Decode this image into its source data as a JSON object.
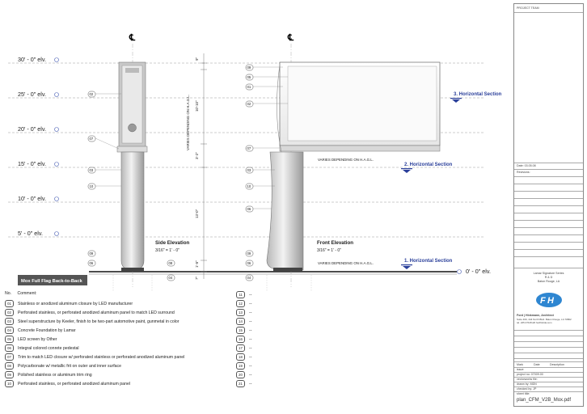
{
  "title_block": {
    "project_team": "PROJECT TEAM",
    "date": "Date: 03.05.08",
    "revisions": "Revisions:",
    "project_name": "Lamar Signature Series",
    "project_sub": "R & D",
    "project_location": "Baton Rouge, LA",
    "firm_name": "Ford | Hinkmann, Architect",
    "firm_address": "Suite 400, 444 North Blvd.  Baton Rouge, LA 70802",
    "firm_contact": "tel. 225.379.8120                        fordhinkla.com",
    "col_mark": "Mark",
    "col_date": "Date",
    "col_description": "Description",
    "issue": "issue:",
    "project_no": "project no: 07009.00",
    "vectorworks": "vectorworks file:",
    "drawn_by": "drawn by: MDN",
    "checked_by": "checked by: JP",
    "sheet_title": "sheet title:",
    "file_name": "plan_CFM_V2B_Mox.pdf"
  },
  "elevations": {
    "levels": [
      "30' - 0\" elv.",
      "25' - 0\" elv.",
      "20' - 0\" elv.",
      "15' - 0\" elv.",
      "10' - 0\" elv.",
      "5' - 0\" elv.",
      "0' - 0\" elv."
    ],
    "centerline": "℄",
    "side_title": "Side Elevation",
    "side_scale": "3/16\" = 1' - 0\"",
    "front_title": "Front Elevation",
    "front_scale": "3/16\" = 1' - 0\"",
    "section3": "3. Horizontal Section",
    "section2": "2. Horizontal Section",
    "section1": "1. Horizontal Section",
    "varies_vertical": "VARIES DEPENDING ON H.A.G.L.",
    "varies_mid": "VARIES DEPENDING ON H.A.G.L.",
    "varies_low": "VARIES DEPENDING ON H.A.G.L.",
    "dim_top": "9\"",
    "dim_10": "10'-10\"",
    "dim_3": "3'-2\"",
    "dim_13": "13'-0\"",
    "dim_1": "1'-5\"",
    "dim_7": "7\"",
    "banner": "Mox Full Flag Back-to-Back"
  },
  "callouts_side": [
    "02",
    "07",
    "03",
    "10",
    "09",
    "06",
    "04",
    "08"
  ],
  "callouts_front": [
    "09",
    "05",
    "01",
    "02",
    "07",
    "03",
    "10",
    "06",
    "09",
    "06",
    "04"
  ],
  "notes": {
    "header_no": "No.",
    "header_comment": "Comment:",
    "items": [
      {
        "no": "01",
        "text": "Stainless or anodized aluminum closure by LED manufacturer"
      },
      {
        "no": "02",
        "text": "Perforated stainless, or perforated anodized aluminum panel to match LED surround"
      },
      {
        "no": "03",
        "text": "Steel superstructure by Keeler, finish to be two-part automotive paint, gunmetal in color"
      },
      {
        "no": "04",
        "text": "Concrete Foundation by Lamar"
      },
      {
        "no": "05",
        "text": "LED screen by Other"
      },
      {
        "no": "06",
        "text": "Integral colored conrete pedestal"
      },
      {
        "no": "07",
        "text": "Trim to match LED closure w/ perforated stainless or perforated anodized aluminum panel"
      },
      {
        "no": "08",
        "text": "Polycarbonate w/ metallic frit on outer and inner surface"
      },
      {
        "no": "09",
        "text": "Polished stainless or aluminum trim ring"
      },
      {
        "no": "10",
        "text": "Perforated stainless, or perforated anodized aluminum panel"
      }
    ],
    "right_items": [
      {
        "no": "11",
        "text": "--"
      },
      {
        "no": "12",
        "text": "--"
      },
      {
        "no": "13",
        "text": "--"
      },
      {
        "no": "14",
        "text": "--"
      },
      {
        "no": "15",
        "text": "--"
      },
      {
        "no": "16",
        "text": "--"
      },
      {
        "no": "17",
        "text": "--"
      },
      {
        "no": "18",
        "text": "--"
      },
      {
        "no": "19",
        "text": "--"
      },
      {
        "no": "20",
        "text": "--"
      },
      {
        "no": "21",
        "text": "--"
      }
    ]
  },
  "colors": {
    "section_blue": "#2a3f9a",
    "logo_blue": "#2e86d1",
    "banner_bg": "#555555"
  }
}
